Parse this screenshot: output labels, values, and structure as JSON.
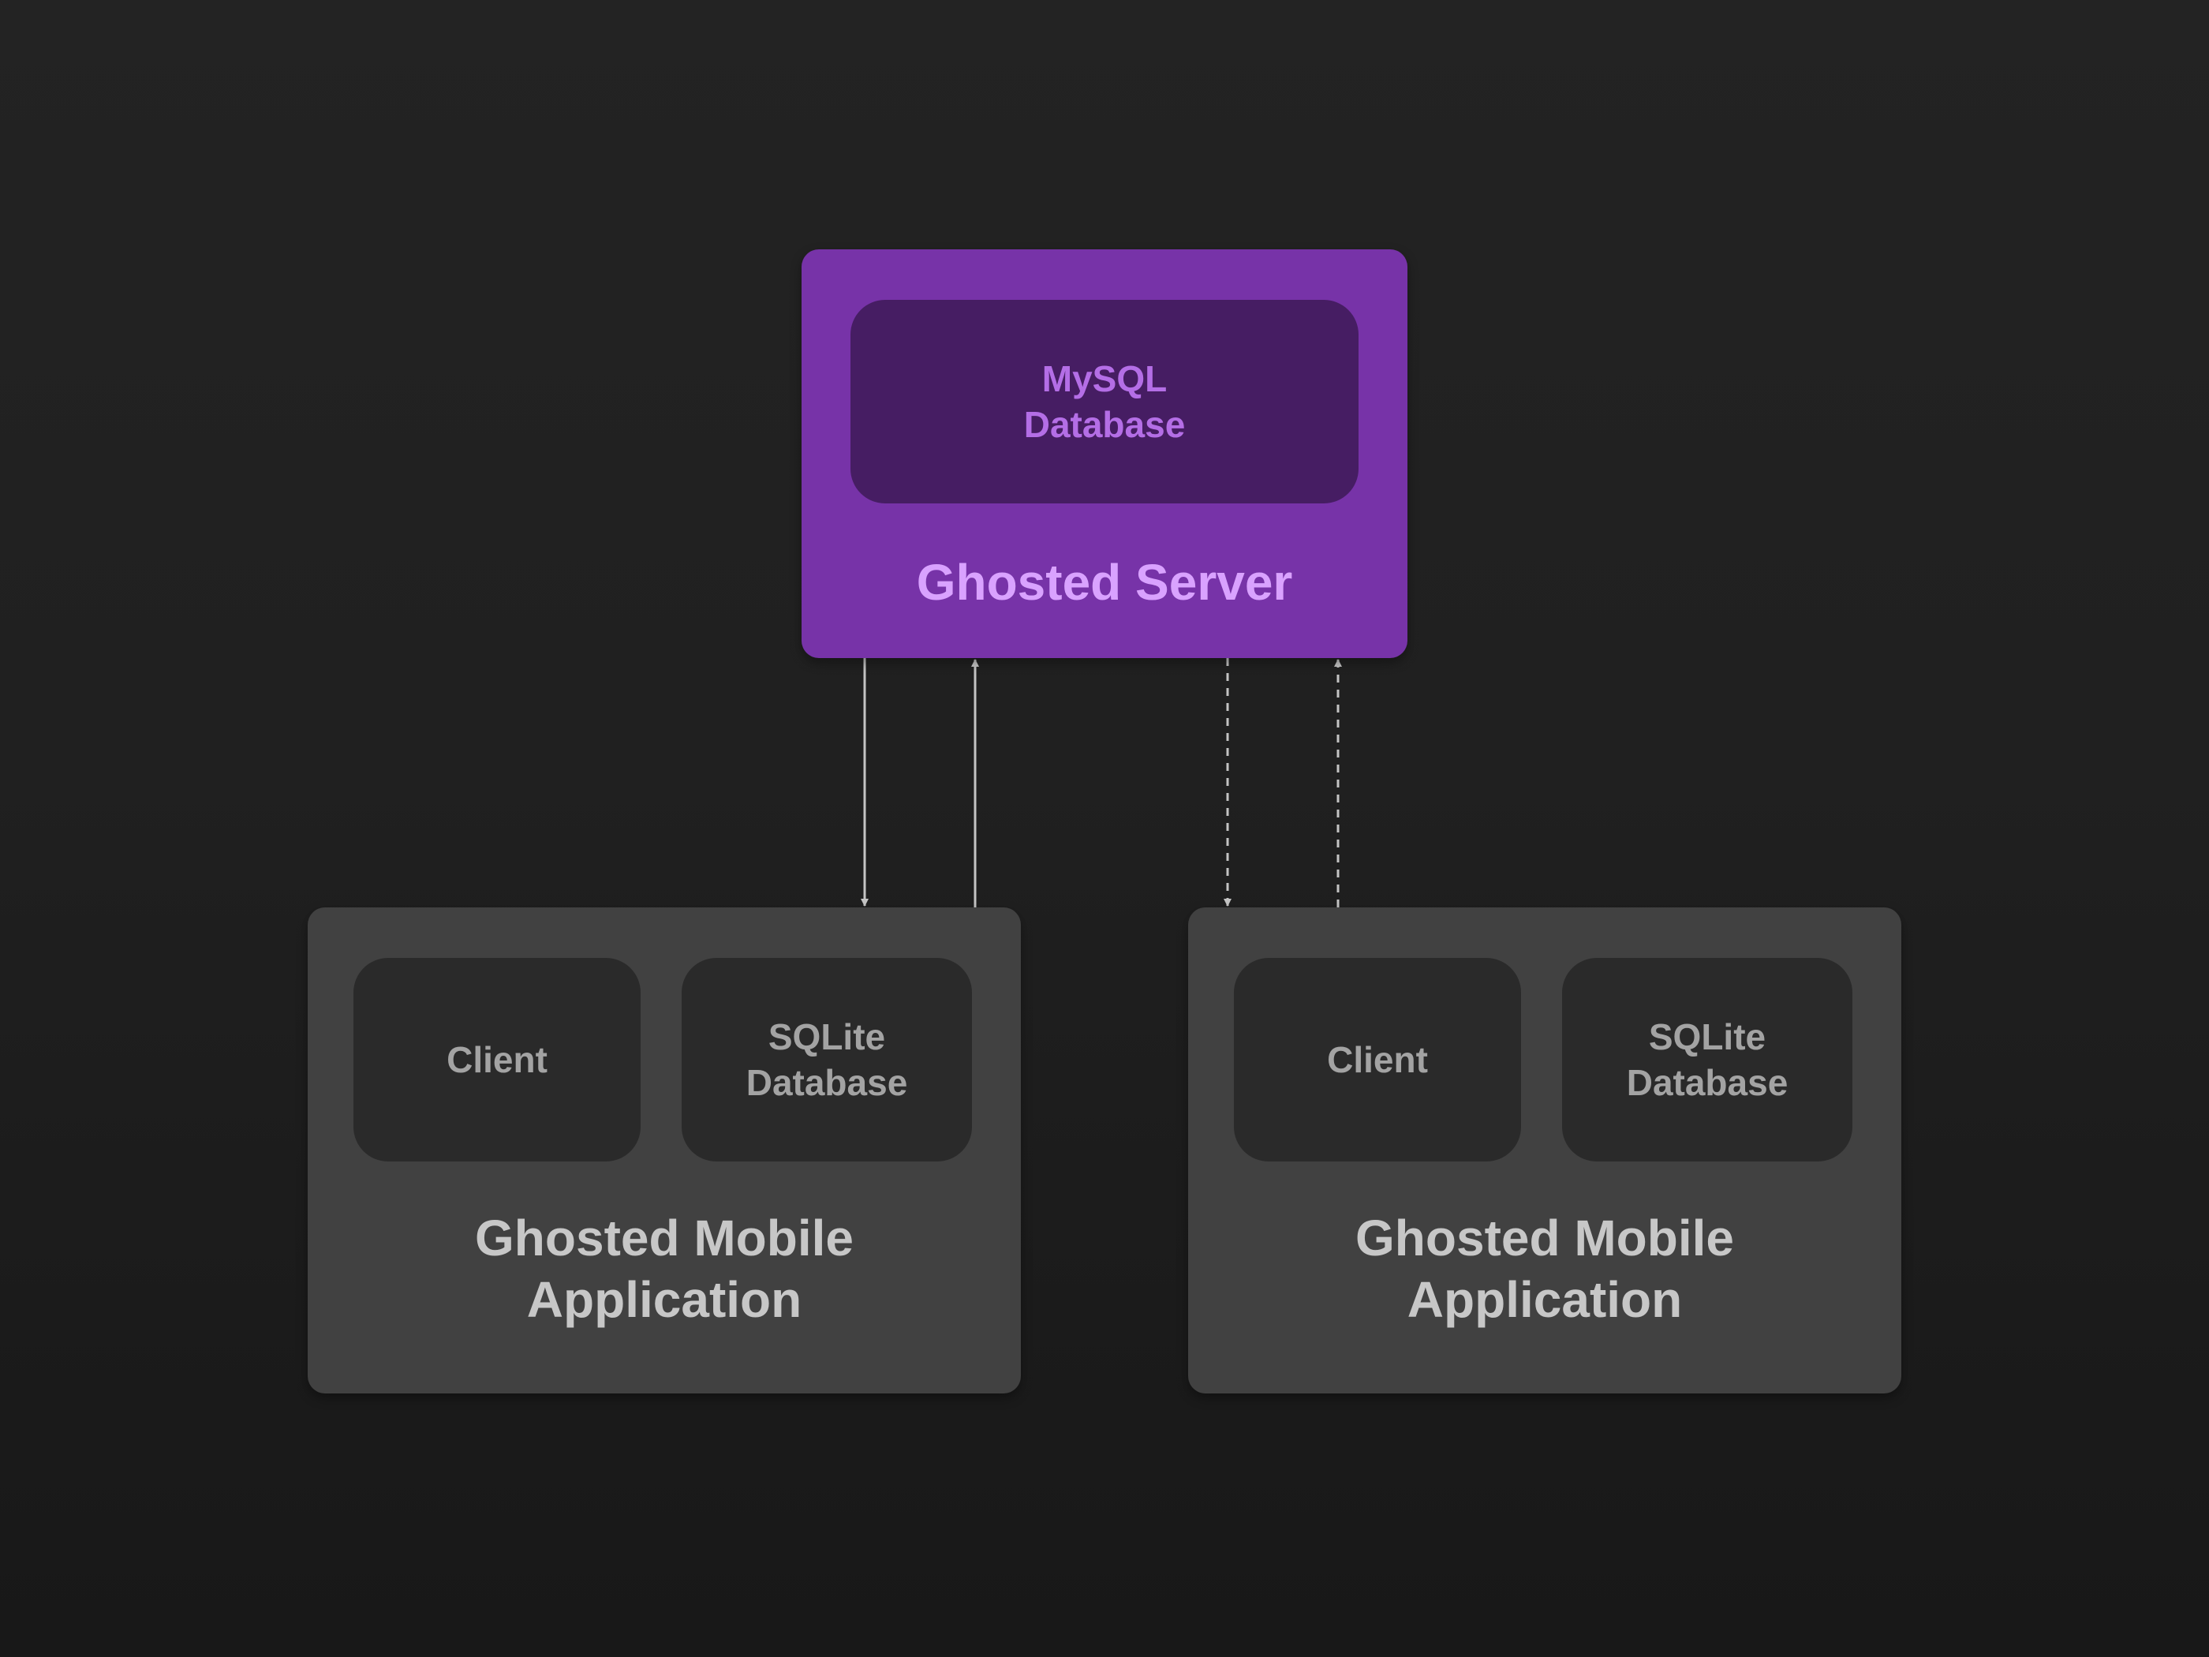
{
  "colors": {
    "server_fill": "#7733a8",
    "server_db_fill": "#461d63",
    "server_db_text": "#b46ee6",
    "server_title_text": "#d9a2ff",
    "mobile_fill": "#414141",
    "mobile_inner_fill": "#2a2a2a",
    "mobile_inner_text": "#a3a3a3",
    "mobile_title_text": "#c7c7c7",
    "connector": "#c4c4c4"
  },
  "server": {
    "title": "Ghosted Server",
    "database_label": "MySQL\nDatabase"
  },
  "mobile_apps": [
    {
      "title": "Ghosted Mobile\nApplication",
      "client_label": "Client",
      "database_label": "SQLite\nDatabase"
    },
    {
      "title": "Ghosted Mobile\nApplication",
      "client_label": "Client",
      "database_label": "SQLite\nDatabase"
    }
  ],
  "connectors": [
    {
      "from": "server",
      "to": "mobile_app_1",
      "style": "solid"
    },
    {
      "from": "mobile_app_1",
      "to": "server",
      "style": "solid"
    },
    {
      "from": "server",
      "to": "mobile_app_2",
      "style": "dashed"
    },
    {
      "from": "mobile_app_2",
      "to": "server",
      "style": "dashed"
    }
  ]
}
